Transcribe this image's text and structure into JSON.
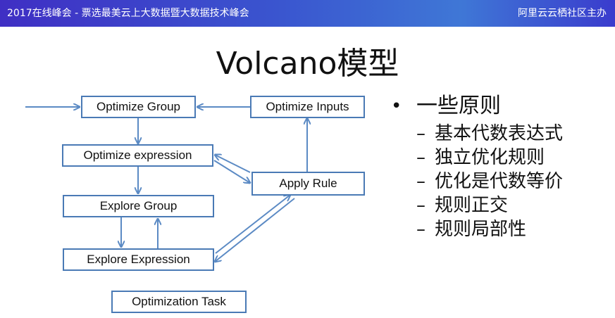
{
  "header": {
    "left_text": "2017在线峰会 - 票选最美云上大数据暨大数据技术峰会",
    "right_text": "阿里云云栖社区主办",
    "colors": {
      "banner_start": "#3f2fc4",
      "banner_end": "#3a3ccd"
    }
  },
  "slide": {
    "title": "Volcano模型"
  },
  "diagram": {
    "nodes": {
      "optimize_group": "Optimize Group",
      "optimize_inputs": "Optimize Inputs",
      "optimize_expression": "Optimize expression",
      "apply_rule": "Apply Rule",
      "explore_group": "Explore Group",
      "explore_expression": "Explore Expression",
      "optimization_task": "Optimization Task"
    },
    "colors": {
      "box_border": "#4a7ab5",
      "arrow": "#5b8ac4"
    }
  },
  "bullets": {
    "main_marker": "•",
    "main": "一些原则",
    "sub_marker": "–",
    "items": [
      "基本代数表达式",
      "独立优化规则",
      "优化是代数等价",
      "规则正交",
      "规则局部性"
    ]
  }
}
